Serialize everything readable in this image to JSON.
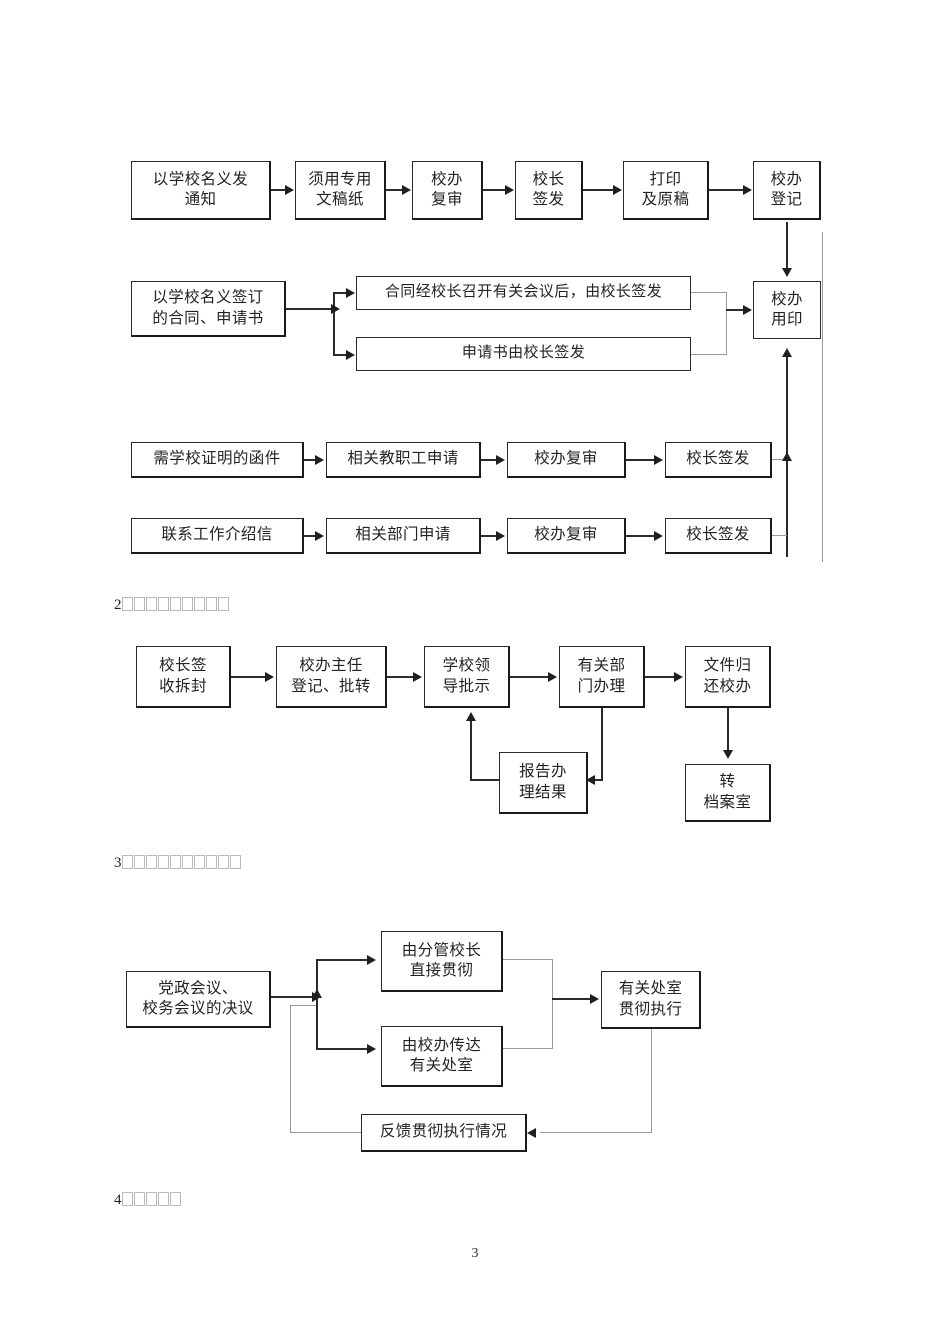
{
  "document": {
    "page_number": "3",
    "language": "zh-CN"
  },
  "sections": [
    {
      "id": "section-1",
      "heading": null,
      "heading_tofu_count": 0,
      "heading_number": null
    },
    {
      "id": "section-2",
      "heading_number": "2",
      "heading_tofu_count": 9
    },
    {
      "id": "section-3",
      "heading_number": "3",
      "heading_tofu_count": 10
    },
    {
      "id": "section-4",
      "heading_number": "4",
      "heading_tofu_count": 5
    }
  ],
  "flowchart_1": {
    "row_1": [
      {
        "id": "n1-1",
        "text": "以学校名义发\n通知"
      },
      {
        "id": "n1-2",
        "text": "须用专用\n文稿纸"
      },
      {
        "id": "n1-3",
        "text": "校办\n复审"
      },
      {
        "id": "n1-4",
        "text": "校长\n签发"
      },
      {
        "id": "n1-5",
        "text": "打印\n及原稿"
      },
      {
        "id": "n1-6",
        "text": "校办\n登记"
      }
    ],
    "row_2": [
      {
        "id": "n2-1",
        "text": "以学校名义签订\n的合同、申请书"
      },
      {
        "id": "n2-2",
        "text": "合同经校长召开有关会议后，由校长签发"
      },
      {
        "id": "n2-3",
        "text": "申请书由校长签发"
      },
      {
        "id": "n2-4",
        "text": "校办\n用印"
      }
    ],
    "row_3": [
      {
        "id": "n3-1",
        "text": "需学校证明的函件"
      },
      {
        "id": "n3-2",
        "text": "相关教职工申请"
      },
      {
        "id": "n3-3",
        "text": "校办复审"
      },
      {
        "id": "n3-4",
        "text": "校长签发"
      }
    ],
    "row_4": [
      {
        "id": "n4-1",
        "text": "联系工作介绍信"
      },
      {
        "id": "n4-2",
        "text": "相关部门申请"
      },
      {
        "id": "n4-3",
        "text": "校办复审"
      },
      {
        "id": "n4-4",
        "text": "校长签发"
      }
    ]
  },
  "flowchart_2": {
    "main": [
      {
        "id": "m-1",
        "text": "校长签\n收拆封"
      },
      {
        "id": "m-2",
        "text": "校办主任\n登记、批转"
      },
      {
        "id": "m-3",
        "text": "学校领\n导批示"
      },
      {
        "id": "m-4",
        "text": "有关部\n门办理"
      },
      {
        "id": "m-5",
        "text": "文件归\n还校办"
      }
    ],
    "branch": [
      {
        "id": "m-6",
        "text": "报告办\n理结果"
      },
      {
        "id": "m-7",
        "text": "转\n档案室"
      }
    ]
  },
  "flowchart_3": {
    "nodes": [
      {
        "id": "p-1",
        "text": "党政会议、\n校务会议的决议"
      },
      {
        "id": "p-2",
        "text": "由分管校长\n直接贯彻"
      },
      {
        "id": "p-3",
        "text": "由校办传达\n有关处室"
      },
      {
        "id": "p-4",
        "text": "有关处室\n贯彻执行"
      },
      {
        "id": "p-5",
        "text": "反馈贯彻执行情况"
      }
    ]
  },
  "colors": {
    "ink": "#231f20",
    "line": "#2b2b2b",
    "hairline": "#9a9a9a",
    "paper": "#ffffff"
  }
}
